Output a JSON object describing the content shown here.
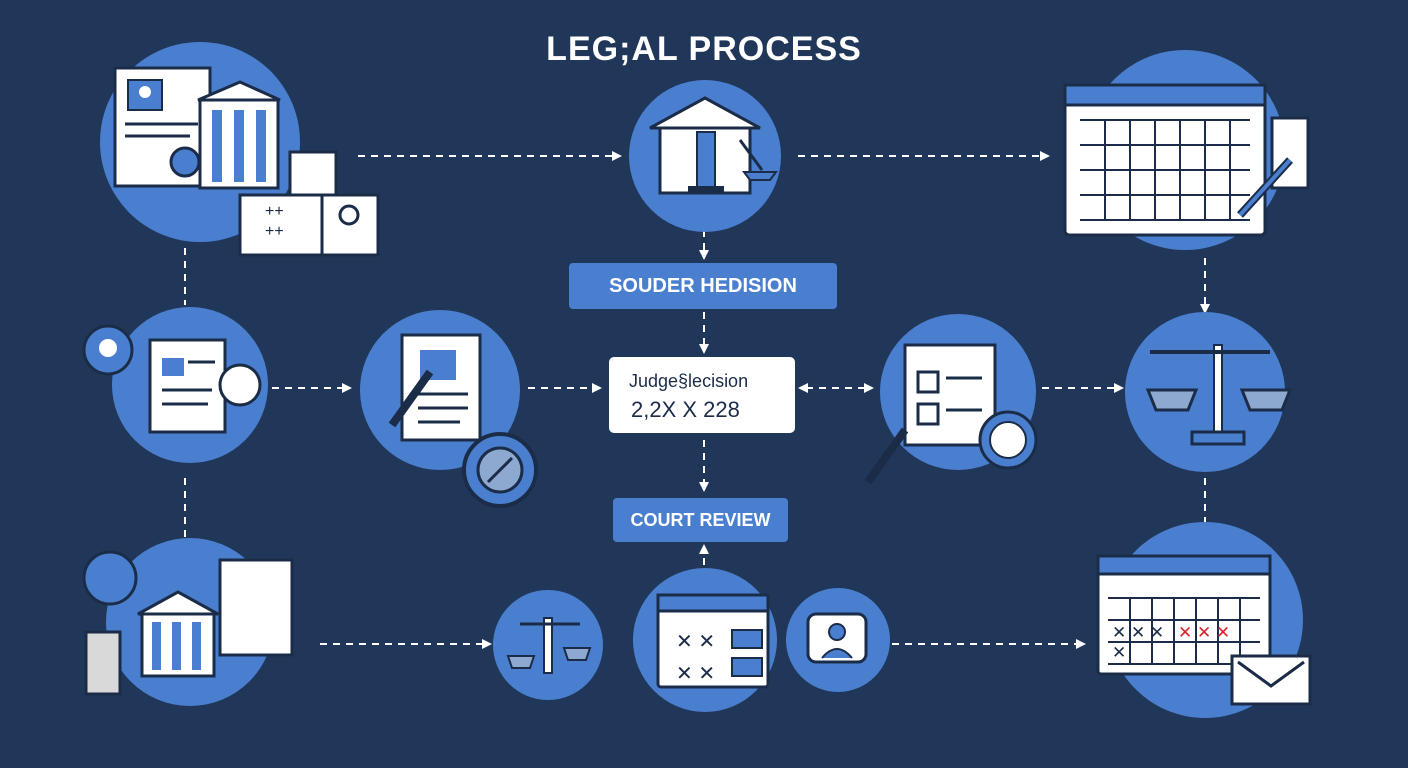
{
  "title": "LEG;AL PROCESS",
  "labels": {
    "souder_hedision": "SOUDER HEDISION",
    "court_review": "COURT REVIEW"
  },
  "decision": {
    "line1": "Judge§lecision",
    "line2": "2,2X X 228"
  },
  "icons": [
    "case-filing-icon",
    "courthouse-justice-icon",
    "calendar-schedule-icon",
    "certificate-document-icon",
    "document-edit-icon",
    "checklist-review-icon",
    "balance-scale-icon",
    "settings-courthouse-icon",
    "small-scale-icon",
    "calendar-checklist-icon",
    "user-chat-icon",
    "calendar-marked-icon"
  ],
  "colors": {
    "background": "#21375a",
    "circle": "#4a7fd0",
    "icon_fill": "#ffffff",
    "icon_line": "#1b2c48",
    "accent_red": "#d9232e"
  }
}
